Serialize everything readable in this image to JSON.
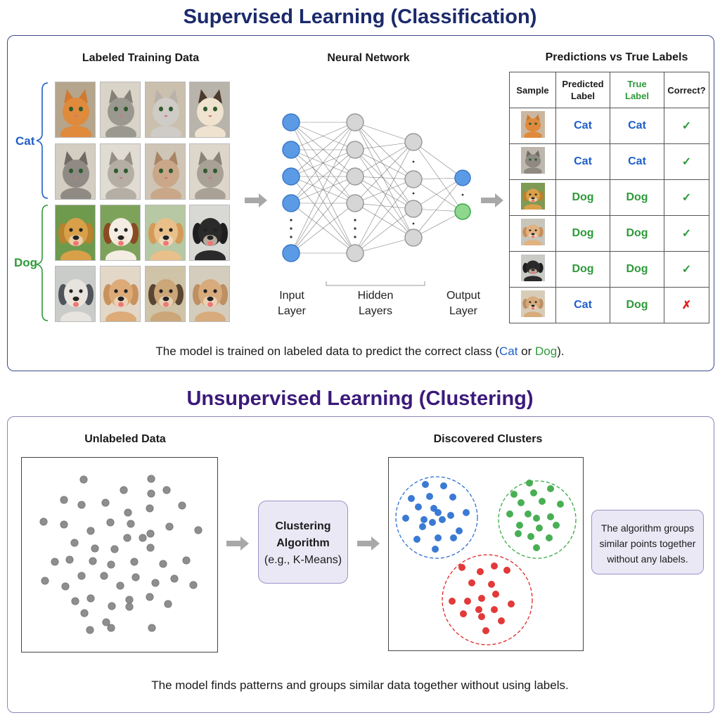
{
  "supervised": {
    "title": "Supervised Learning (Classification)",
    "training_heading": "Labeled Training Data",
    "network_heading": "Neural Network",
    "predictions_heading": "Predictions vs True Labels",
    "cat_label": "Cat",
    "dog_label": "Dog",
    "layers": {
      "input_line1": "Input",
      "input_line2": "Layer",
      "hidden_line1": "Hidden",
      "hidden_line2": "Layers",
      "output_line1": "Output",
      "output_line2": "Layer"
    },
    "table": {
      "col_sample": "Sample",
      "col_predicted_line1": "Predicted",
      "col_predicted_line2": "Label",
      "col_true_line1": "True",
      "col_true_line2": "Label",
      "col_correct": "Correct?",
      "rows": [
        {
          "predicted": "Cat",
          "true": "Cat",
          "mark": "✓"
        },
        {
          "predicted": "Cat",
          "true": "Cat",
          "mark": "✓"
        },
        {
          "predicted": "Dog",
          "true": "Dog",
          "mark": "✓"
        },
        {
          "predicted": "Dog",
          "true": "Dog",
          "mark": "✓"
        },
        {
          "predicted": "Dog",
          "true": "Dog",
          "mark": "✓"
        },
        {
          "predicted": "Cat",
          "true": "Dog",
          "mark": "✗"
        }
      ]
    },
    "caption_pre": "The model is trained on labeled data to predict the correct class (",
    "caption_cat": "Cat",
    "caption_mid": " or ",
    "caption_dog": "Dog",
    "caption_post": ")."
  },
  "unsupervised": {
    "title": "Unsupervised Learning (Clustering)",
    "unlabeled_heading": "Unlabeled Data",
    "clusters_heading": "Discovered Clusters",
    "algo_line1": "Clustering",
    "algo_line2": "Algorithm",
    "algo_line3": "(e.g., K-Means)",
    "note_line1": "The algorithm groups",
    "note_line2": "similar points together",
    "note_line3": "without any labels.",
    "caption": "The model finds patterns and groups similar data together without using labels."
  },
  "colors": {
    "cat": "#1f5fc8",
    "dog": "#2e9a3a",
    "cluster_blue": "#2a6fd0",
    "cluster_green": "#3aa845",
    "cluster_red": "#e02828",
    "neuron_input": "#5b9be6",
    "neuron_hidden": "#d6d6d6",
    "neuron_output_green": "#8fd68f"
  }
}
